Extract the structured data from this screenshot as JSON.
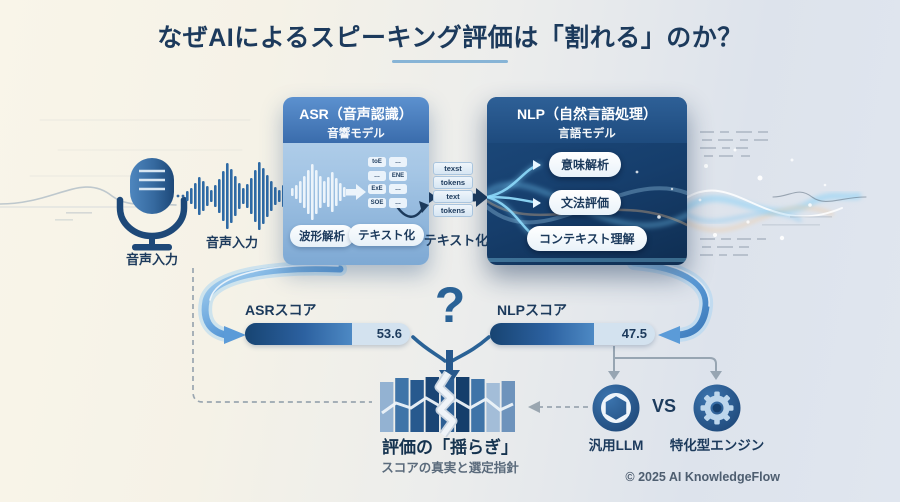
{
  "title": {
    "text": "なぜAIによるスピーキング評価は「割れる」のか？"
  },
  "input": {
    "mic_label": "音声入力",
    "wave_label": "音声入力"
  },
  "asr_box": {
    "title": "ASR（音声認識）",
    "subtitle": "音響モデル",
    "chips": [
      "toE",
      "…",
      "…",
      "ENE",
      "ExE",
      "…",
      "SOE",
      "…"
    ],
    "pill_wave": "波形解析",
    "pill_text": "テキスト化"
  },
  "tokens": {
    "items": [
      "texst",
      "tokens",
      "text",
      "tokens"
    ],
    "label": "テキスト化"
  },
  "nlp_box": {
    "title": "NLP（自然言語処理）",
    "subtitle": "言語モデル",
    "pills": [
      "意味解析",
      "文法評価",
      "コンテキスト理解"
    ]
  },
  "scores": {
    "asr_label": "ASRスコア",
    "asr_value": "53.6",
    "nlp_label": "NLPスコア",
    "nlp_value": "47.5",
    "question_mark": "?"
  },
  "result": {
    "title": "評価の「揺らぎ」",
    "subtitle": "スコアの真実と選定指針"
  },
  "engines": {
    "llm_label": "汎用LLM",
    "vs": "VS",
    "engine_label": "特化型エンジン"
  },
  "footer": {
    "copyright": "© 2025 AI KnowledgeFlow"
  },
  "colors": {
    "navy": "#1c3a5c",
    "accent_blue": "#2a6296",
    "bar_fill": "#174472",
    "bar_track": "#d3e2ef"
  }
}
